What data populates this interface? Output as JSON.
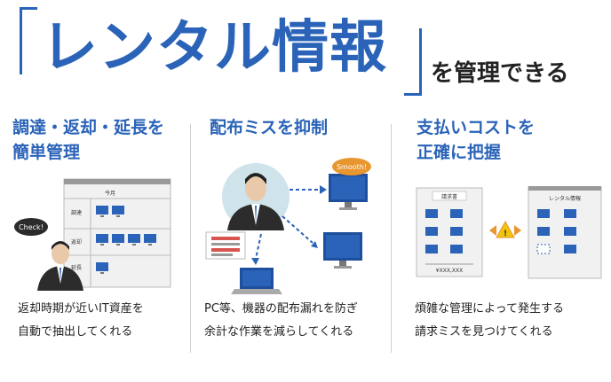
{
  "headline": {
    "bracket_title": "レンタル情報",
    "suffix": "を管理できる"
  },
  "columns": [
    {
      "title_lines": [
        "調達・返却・延長を",
        "簡単管理"
      ],
      "desc_lines": [
        "返却時期が近いIT資産を",
        "自動で抽出してくれる"
      ],
      "bubble": "Check!",
      "board": {
        "header": "今月",
        "rows": [
          "調達",
          "返却",
          "延長"
        ]
      }
    },
    {
      "title_lines": [
        "配布ミスを抑制"
      ],
      "desc_lines": [
        "PC等、機器の配布漏れを防ぎ",
        "余計な作業を減らしてくれる"
      ],
      "bubble": "Smooth!"
    },
    {
      "title_lines": [
        "支払いコストを",
        "正確に把握"
      ],
      "desc_lines": [
        "煩雑な管理によって発生する",
        "請求ミスを見つけてくれる"
      ],
      "invoice": {
        "header": "請求書",
        "amount": "¥XXX,XXX"
      },
      "rental_board": {
        "header": "レンタル情報"
      },
      "alert_icon": "!"
    }
  ],
  "colors": {
    "brand_blue": "#2a63b8",
    "accent_orange": "#e8962f"
  }
}
